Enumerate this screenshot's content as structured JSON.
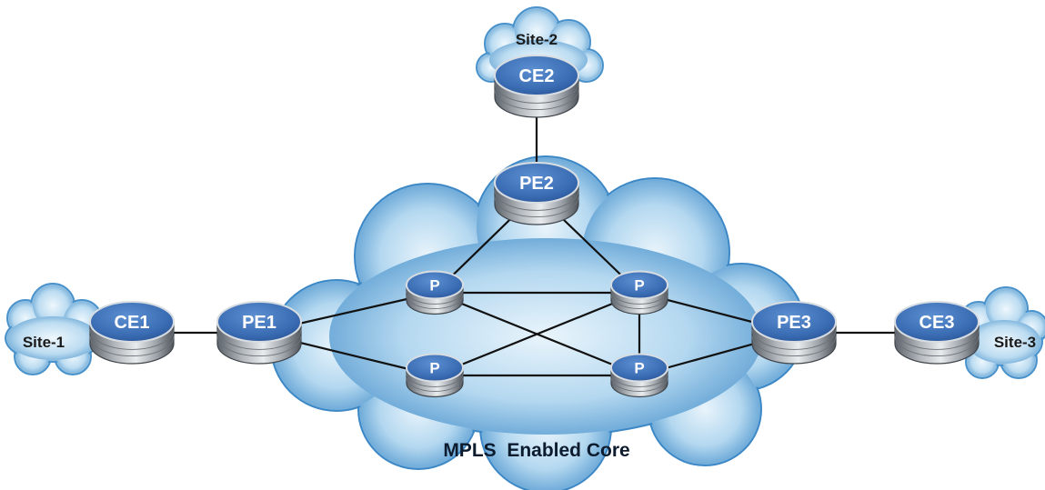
{
  "diagram": {
    "core_label": "MPLS  Enabled Core",
    "sites": [
      {
        "id": "site1",
        "label": "Site-1"
      },
      {
        "id": "site2",
        "label": "Site-2"
      },
      {
        "id": "site3",
        "label": "Site-3"
      }
    ],
    "routers": [
      {
        "id": "ce1",
        "label": "CE1",
        "role": "customer-edge"
      },
      {
        "id": "ce2",
        "label": "CE2",
        "role": "customer-edge"
      },
      {
        "id": "ce3",
        "label": "CE3",
        "role": "customer-edge"
      },
      {
        "id": "pe1",
        "label": "PE1",
        "role": "provider-edge"
      },
      {
        "id": "pe2",
        "label": "PE2",
        "role": "provider-edge"
      },
      {
        "id": "pe3",
        "label": "PE3",
        "role": "provider-edge"
      },
      {
        "id": "p1",
        "label": "P",
        "role": "provider-core"
      },
      {
        "id": "p2",
        "label": "P",
        "role": "provider-core"
      },
      {
        "id": "p3",
        "label": "P",
        "role": "provider-core"
      },
      {
        "id": "p4",
        "label": "P",
        "role": "provider-core"
      }
    ],
    "links": [
      [
        "ce1",
        "pe1"
      ],
      [
        "ce2",
        "pe2"
      ],
      [
        "ce3",
        "pe3"
      ],
      [
        "pe1",
        "p1"
      ],
      [
        "pe1",
        "p2"
      ],
      [
        "pe2",
        "p1"
      ],
      [
        "pe2",
        "p3"
      ],
      [
        "p1",
        "p3"
      ],
      [
        "p1",
        "p4"
      ],
      [
        "p2",
        "p3"
      ],
      [
        "p2",
        "p4"
      ],
      [
        "p3",
        "p4"
      ],
      [
        "p3",
        "pe3"
      ],
      [
        "p4",
        "pe3"
      ]
    ],
    "colors": {
      "cloud_fill": "#a9d2ee",
      "cloud_edge": "#3d88c6",
      "router_top": "#3a6cb3",
      "router_body": "#8f959c",
      "link": "#111111"
    }
  }
}
